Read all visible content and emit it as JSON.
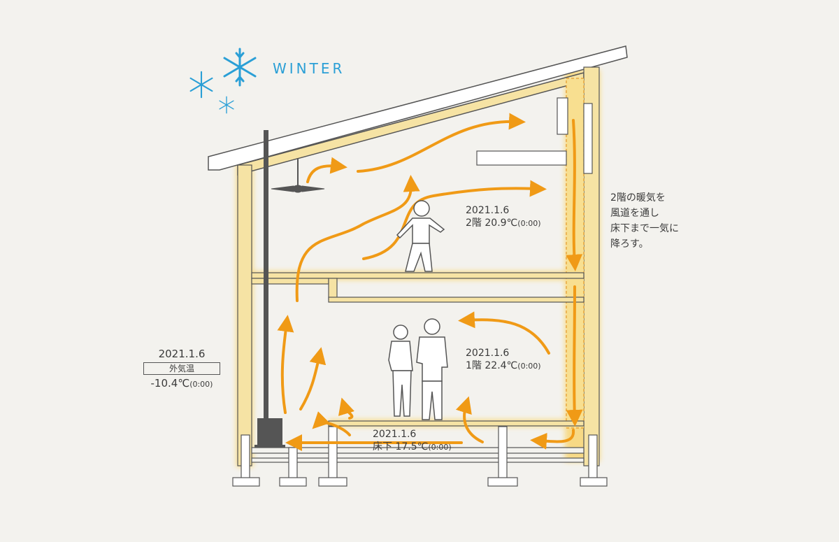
{
  "season": {
    "label": "WINTER",
    "icon": "snowflake-icon",
    "color": "#2a9fd6"
  },
  "outside": {
    "date": "2021.1.6",
    "label": "外気温",
    "temp": "-10.4℃",
    "time": "(0:00)"
  },
  "floor2": {
    "date": "2021.1.6",
    "label": "2階",
    "temp": "20.9℃",
    "time": "(0:00)"
  },
  "floor1": {
    "date": "2021.1.6",
    "label": "1階",
    "temp": "22.4℃",
    "time": "(0:00)"
  },
  "underfloor": {
    "date": "2021.1.6",
    "label": "床下",
    "temp": "17.5℃",
    "time": "(0:00)"
  },
  "note": {
    "lines": [
      "2階の暖気を",
      "風道を通し",
      "床下まで一気に",
      "降ろす。"
    ]
  },
  "colors": {
    "arrow": "#f09a16",
    "wood": "#f6e3a4",
    "line": "#555555",
    "background": "#f3f2ee"
  }
}
